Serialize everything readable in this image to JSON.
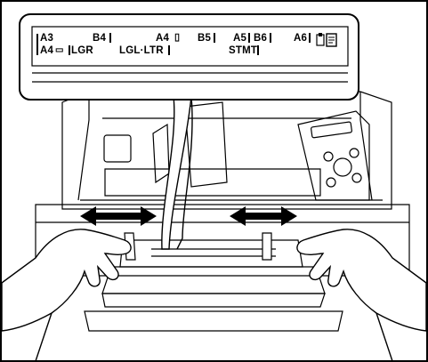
{
  "callout": {
    "row1": {
      "a3": "A3",
      "b4": "B4",
      "a4": "A4",
      "b5": "B5",
      "a5": "A5",
      "b6": "B6",
      "a6": "A6"
    },
    "row2": {
      "a4": "A4",
      "lgr": "LGR",
      "lgl_ltr": "LGL·LTR",
      "stmt": "STMT"
    },
    "icons": [
      "portrait-orientation-icon",
      "landscape-orientation-icon",
      "paper-card-icon"
    ]
  },
  "arrows": [
    "double-arrow-left",
    "double-arrow-right"
  ],
  "colors": {
    "line": "#000000",
    "background": "#ffffff"
  }
}
